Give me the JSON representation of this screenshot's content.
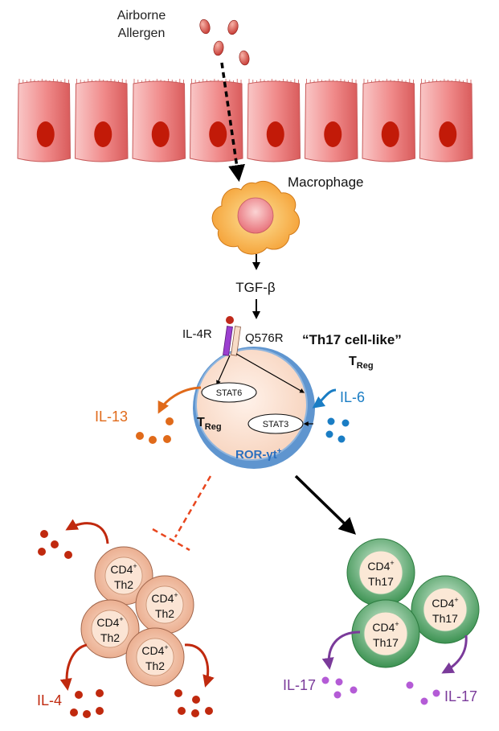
{
  "labels": {
    "allergen_line1": "Airborne",
    "allergen_line2": "Allergen",
    "macrophage": "Macrophage",
    "tgf_beta": "TGF-β",
    "il4r": "IL-4R",
    "q576r": "Q576R",
    "th17_like": "“Th17 cell-like”",
    "treg_top_main": "T",
    "treg_top_sub": "Reg",
    "stat6": "STAT6",
    "stat3": "STAT3",
    "treg_center_main": "T",
    "treg_center_sub": "Reg",
    "ror": "ROR-γt",
    "ror_sup": "+",
    "il13": "IL-13",
    "il6": "IL-6",
    "cd4": "CD4",
    "cd4_sup": "+",
    "th2": "Th2",
    "th17": "Th17",
    "il4": "IL-4",
    "il17_left": "IL-17",
    "il17_right": "IL-17"
  },
  "colors": {
    "epithelium": "#ec7b7b",
    "nucleus": "#c21a08",
    "il13": "#e06a1a",
    "il6": "#1a7dc4",
    "il4": "#c0290e",
    "il17": "#7a3a9a",
    "ror": "#2a6fbf",
    "inhibition": "#e8461e",
    "macrophage": "#f6a93a",
    "th2_cell": "#efb89a",
    "th17_cell": "#56a86a"
  }
}
